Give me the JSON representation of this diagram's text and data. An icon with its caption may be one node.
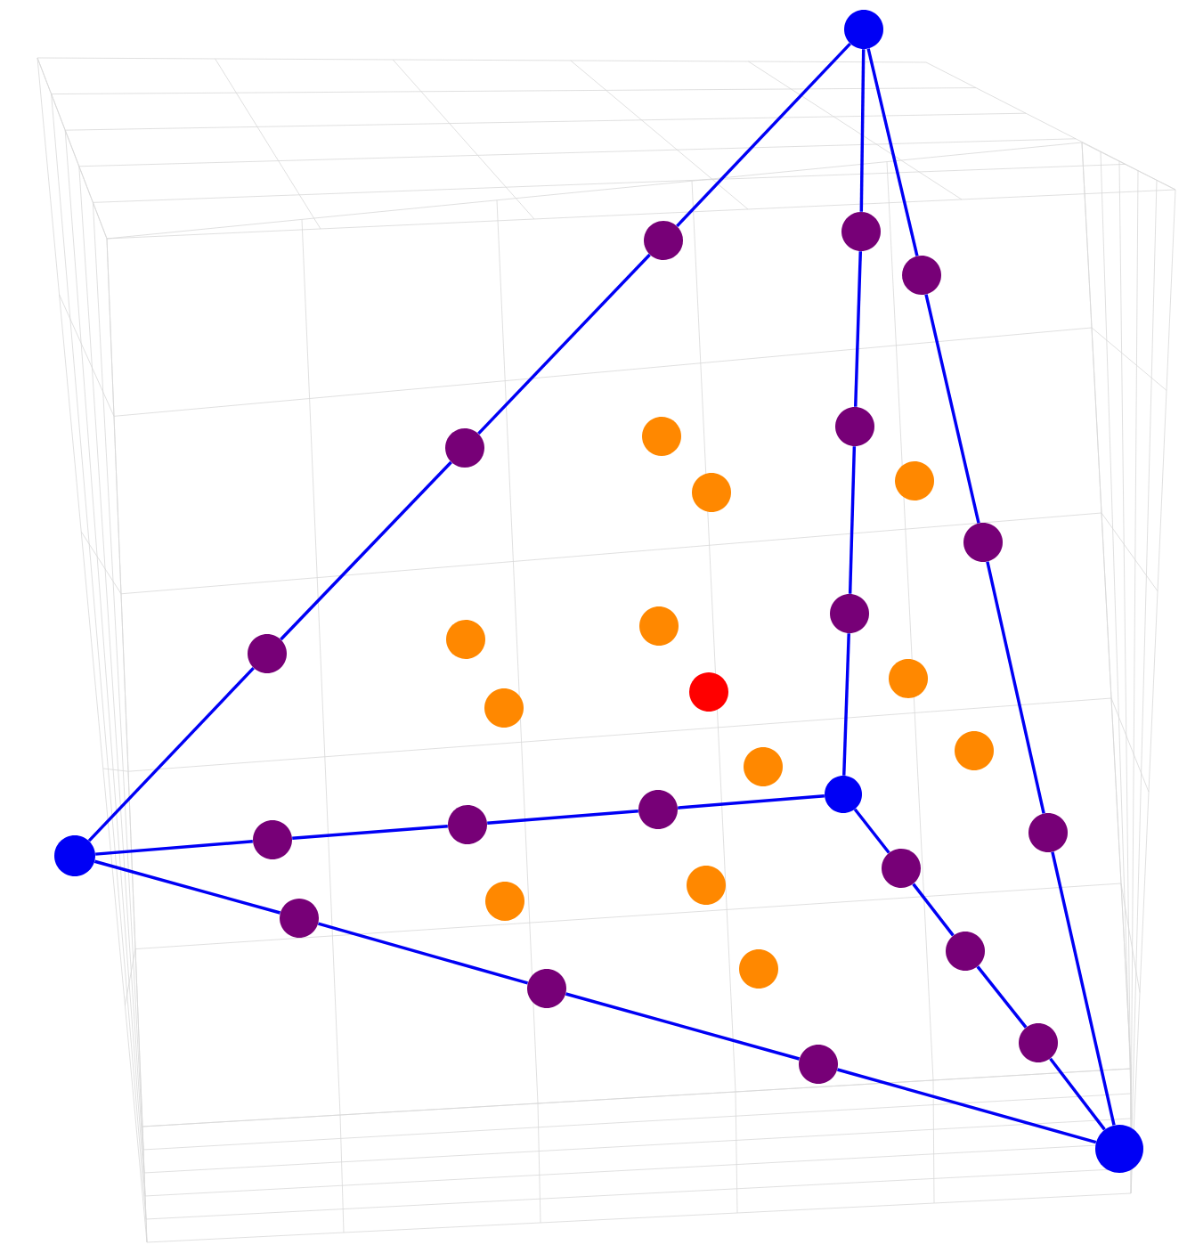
{
  "diagram": {
    "nodes": [
      {
        "text": [],
        "shape": "circle"
      },
      {
        "text": [],
        "shape": "circle"
      },
      {
        "text": [],
        "shape": "circle"
      },
      {
        "text": [],
        "shape": "circle"
      },
      {
        "text": [],
        "shape": "circle"
      },
      {
        "text": [],
        "shape": "circle"
      },
      {
        "text": [],
        "shape": "circle"
      },
      {
        "text": [],
        "shape": "circle"
      },
      {
        "text": [],
        "shape": "circle"
      },
      {
        "text": [],
        "shape": "circle"
      },
      {
        "text": [],
        "shape": "circle"
      },
      {
        "text": [],
        "shape": "circle"
      },
      {
        "text": [],
        "shape": "circle"
      },
      {
        "text": [],
        "shape": "circle"
      },
      {
        "text": [],
        "shape": "circle"
      },
      {
        "text": [],
        "shape": "circle"
      },
      {
        "text": [],
        "shape": "circle"
      },
      {
        "text": [],
        "shape": "circle"
      },
      {
        "text": [],
        "shape": "circle"
      },
      {
        "text": [],
        "shape": "circle"
      },
      {
        "text": [],
        "shape": "circle"
      },
      {
        "text": [],
        "shape": "circle"
      },
      {
        "text": [],
        "shape": "circle"
      },
      {
        "text": [],
        "shape": "circle"
      },
      {
        "text": [],
        "shape": "circle"
      },
      {
        "text": [],
        "shape": "circle"
      },
      {
        "text": [],
        "shape": "circle"
      },
      {
        "text": [],
        "shape": "circle"
      },
      {
        "text": [],
        "shape": "circle"
      },
      {
        "text": [],
        "shape": "circle"
      },
      {
        "text": [],
        "shape": "circle"
      },
      {
        "text": [],
        "shape": "circle"
      },
      {
        "text": [],
        "shape": "circle"
      },
      {
        "text": [],
        "shape": "circle"
      },
      {
        "text": [],
        "shape": "circle"
      }
    ],
    "edges": [
      {
        "from": 0,
        "to": 2,
        "arrow": "none"
      },
      {
        "from": 2,
        "to": 6,
        "arrow": "none"
      },
      {
        "from": 6,
        "to": 13,
        "arrow": "none"
      },
      {
        "from": 13,
        "to": 24,
        "arrow": "none"
      },
      {
        "from": 0,
        "to": 1,
        "arrow": "none"
      },
      {
        "from": 1,
        "to": 4,
        "arrow": "none"
      },
      {
        "from": 4,
        "to": 10,
        "arrow": "none"
      },
      {
        "from": 10,
        "to": 19,
        "arrow": "none"
      },
      {
        "from": 0,
        "to": 3,
        "arrow": "none"
      },
      {
        "from": 3,
        "to": 9,
        "arrow": "none"
      },
      {
        "from": 9,
        "to": 22,
        "arrow": "none"
      },
      {
        "from": 22,
        "to": 34,
        "arrow": "none"
      },
      {
        "from": 24,
        "to": 23,
        "arrow": "none"
      },
      {
        "from": 23,
        "to": 21,
        "arrow": "none"
      },
      {
        "from": 21,
        "to": 20,
        "arrow": "none"
      },
      {
        "from": 20,
        "to": 19,
        "arrow": "none"
      },
      {
        "from": 24,
        "to": 28,
        "arrow": "none"
      },
      {
        "from": 28,
        "to": 31,
        "arrow": "none"
      },
      {
        "from": 31,
        "to": 33,
        "arrow": "none"
      },
      {
        "from": 33,
        "to": 34,
        "arrow": "none"
      },
      {
        "from": 19,
        "to": 25,
        "arrow": "none"
      },
      {
        "from": 25,
        "to": 29,
        "arrow": "none"
      },
      {
        "from": 29,
        "to": 32,
        "arrow": "none"
      },
      {
        "from": 32,
        "to": 34,
        "arrow": "none"
      }
    ]
  }
}
